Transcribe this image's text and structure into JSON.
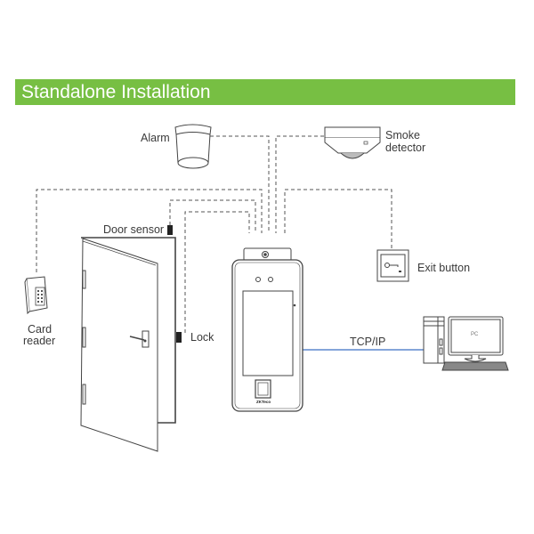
{
  "title": "Standalone Installation",
  "colors": {
    "banner": "#77bf43",
    "tcpip_line": "#3a6fc4",
    "line": "#444444"
  },
  "components": {
    "alarm": "Alarm",
    "smoke_detector_line1": "Smoke",
    "smoke_detector_line2": "detector",
    "door_sensor": "Door sensor",
    "lock": "Lock",
    "card_reader_line1": "Card",
    "card_reader_line2": "reader",
    "exit_button": "Exit button",
    "tcpip": "TCP/IP",
    "pc": "PC",
    "device_brand": "ZKTeco"
  }
}
